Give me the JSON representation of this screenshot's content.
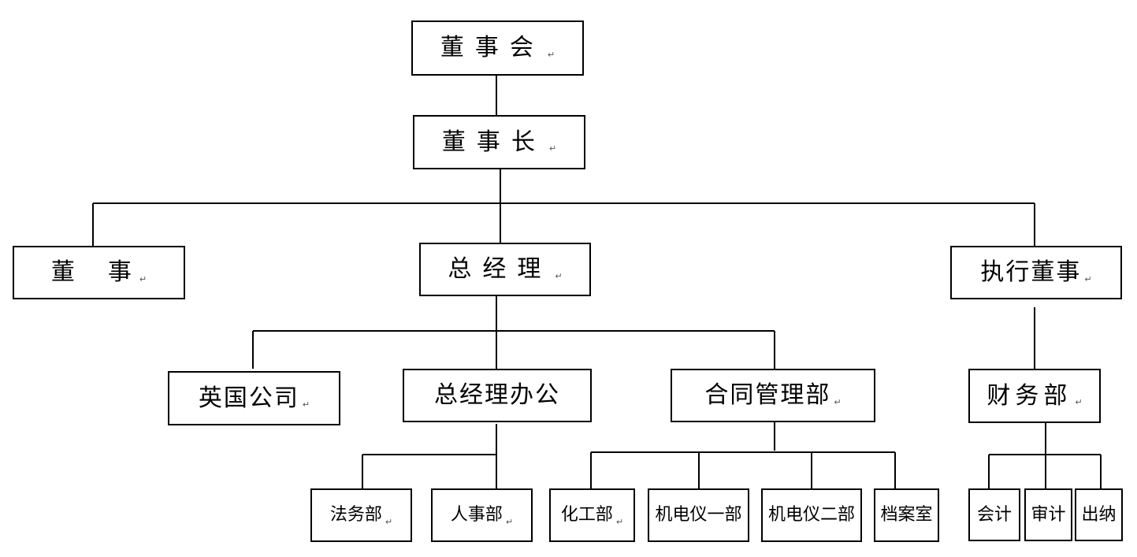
{
  "nodes": {
    "board": "董事会",
    "chairman": "董事长",
    "director": "董　事",
    "gm": "总经理",
    "exec_director": "执行董事",
    "uk_company": "英国公司",
    "gm_office": "总经理办公",
    "contract_dept": "合同管理部",
    "finance_dept": "财务部",
    "legal": "法务部",
    "hr": "人事部",
    "chemical": "化工部",
    "mech1": "机电仪一部",
    "mech2": "机电仪二部",
    "archive": "档案室",
    "accounting": "会计",
    "audit": "审计",
    "cashier": "出纳"
  },
  "paragraph_mark": "↵"
}
